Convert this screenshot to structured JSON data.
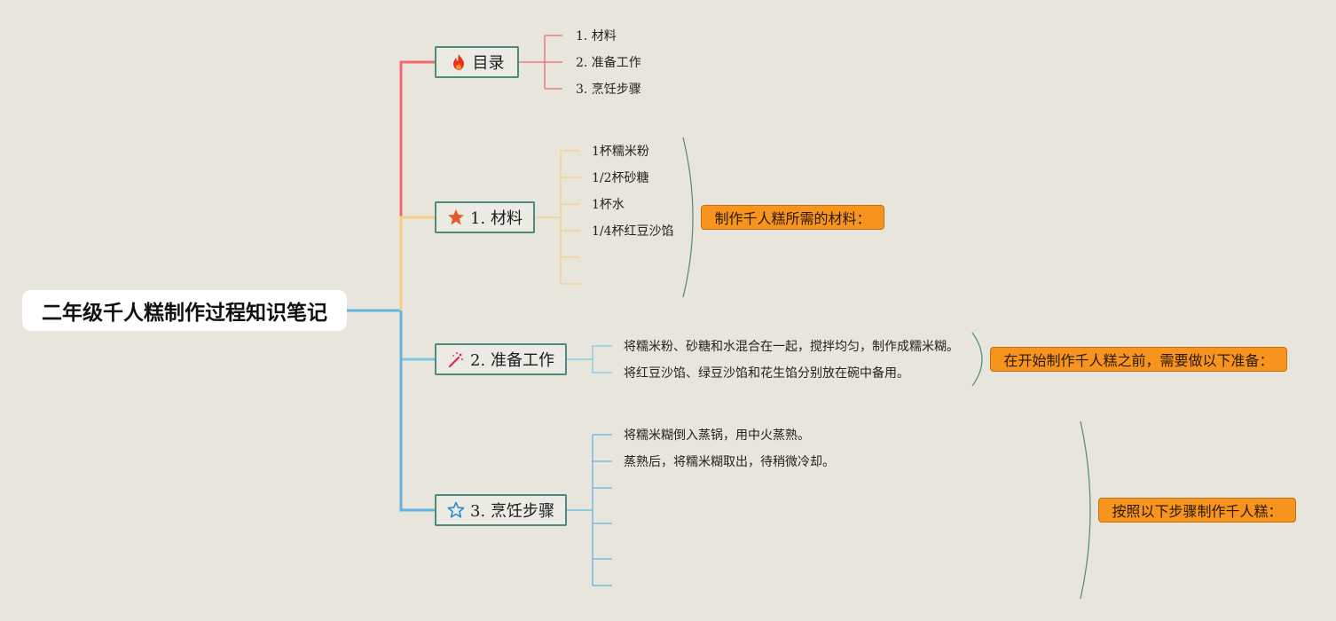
{
  "root": {
    "title": "二年级千人糕制作过程知识笔记"
  },
  "branches": [
    {
      "label": "目录",
      "icon": "fire-icon",
      "color": "#ef6b6b",
      "items": [
        "1. 材料",
        "2. 准备工作",
        "3. 烹饪步骤"
      ]
    },
    {
      "label": "1. 材料",
      "icon": "star-icon",
      "color": "#f6cf84",
      "items": [
        "1杯糯米粉",
        "1/2杯砂糖",
        "1杯水",
        "1/4杯红豆沙馅"
      ],
      "summary": "制作千人糕所需的材料："
    },
    {
      "label": "2. 准备工作",
      "icon": "magic-wand-icon",
      "color": "#7ec9de",
      "items": [
        "将糯米粉、砂糖和水混合在一起，搅拌均匀，制作成糯米糊。",
        "将红豆沙馅、绿豆沙馅和花生馅分别放在碗中备用。"
      ],
      "summary": "在开始制作千人糕之前，需要做以下准备："
    },
    {
      "label": "3. 烹饪步骤",
      "icon": "star-outline-icon",
      "color": "#64b2e1",
      "items": [
        "将糯米糊倒入蒸锅，用中火蒸熟。",
        "蒸熟后，将糯米糊取出，待稍微冷却。"
      ],
      "summary": "按照以下步骤制作千人糕："
    }
  ],
  "colors": {
    "summary_fill": "#f7941d",
    "branch_border": "#4c8a7e",
    "bracket": "#4c8a7e",
    "background": "#e8e5dc"
  }
}
